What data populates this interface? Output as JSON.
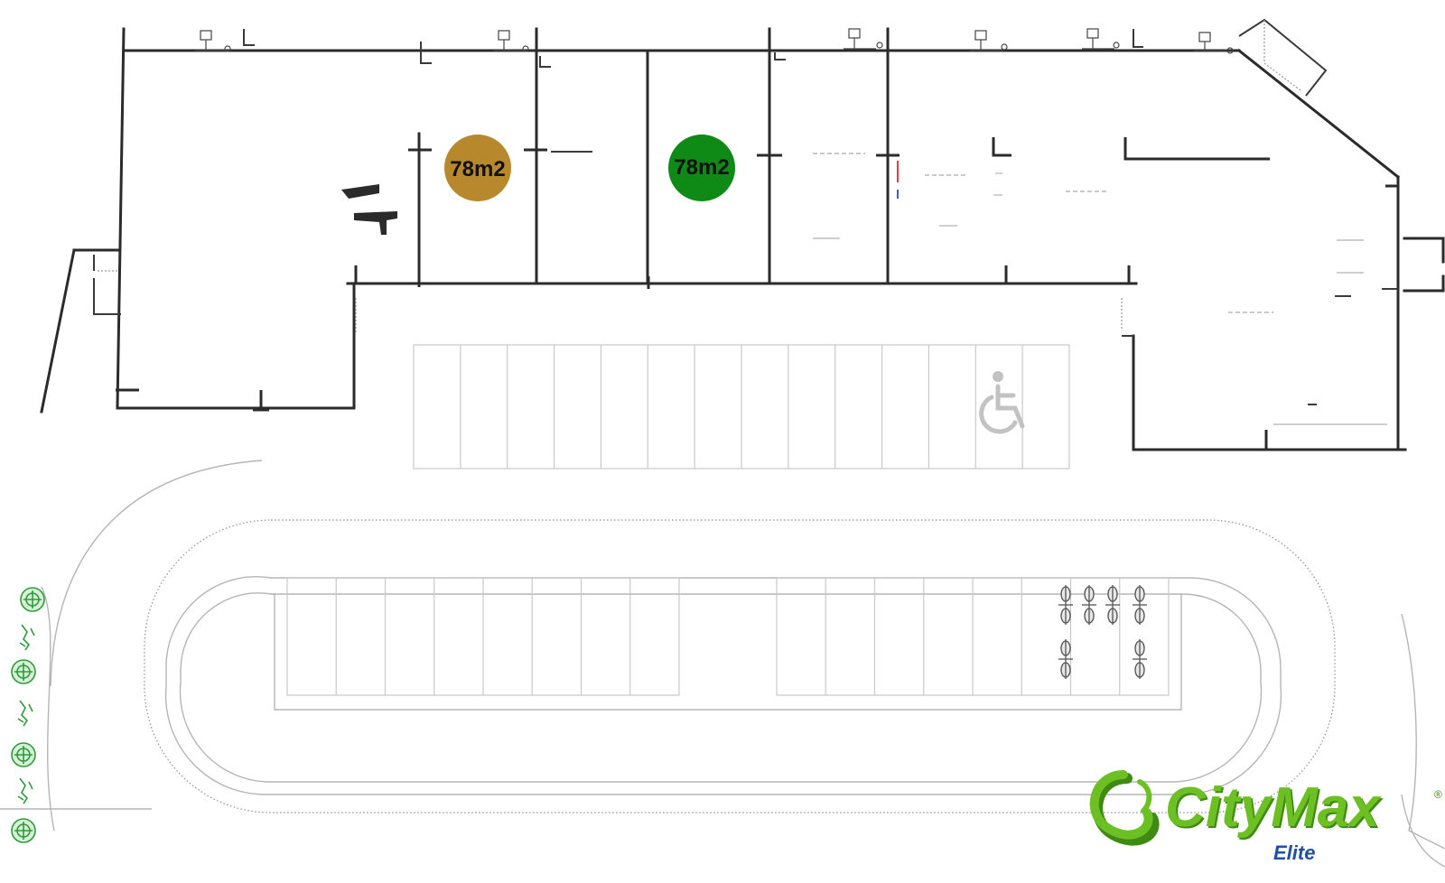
{
  "units": [
    {
      "id": "unit-a",
      "area_label": "78m2",
      "status_color": "#b8892c"
    },
    {
      "id": "unit-b",
      "area_label": "78m2",
      "status_color": "#0f8a16"
    }
  ],
  "parking": {
    "upper_row_stalls": 14,
    "accessible_icon": "wheelchair-icon",
    "lower_row_left_stalls": 8,
    "lower_row_right_stalls": 8,
    "bike_racks": 6
  },
  "landscaping": {
    "trees": 7
  },
  "brand": {
    "name": "CityMax",
    "registered_mark": "®",
    "tagline": "Elite",
    "primary_color": "#6cc024",
    "shadow_color": "#3f8a12",
    "tagline_color": "#1f4fa8"
  },
  "colors": {
    "wall": "#2b2b2b",
    "faint": "#bdbdbd",
    "landscaping": "#2e9b3a"
  }
}
